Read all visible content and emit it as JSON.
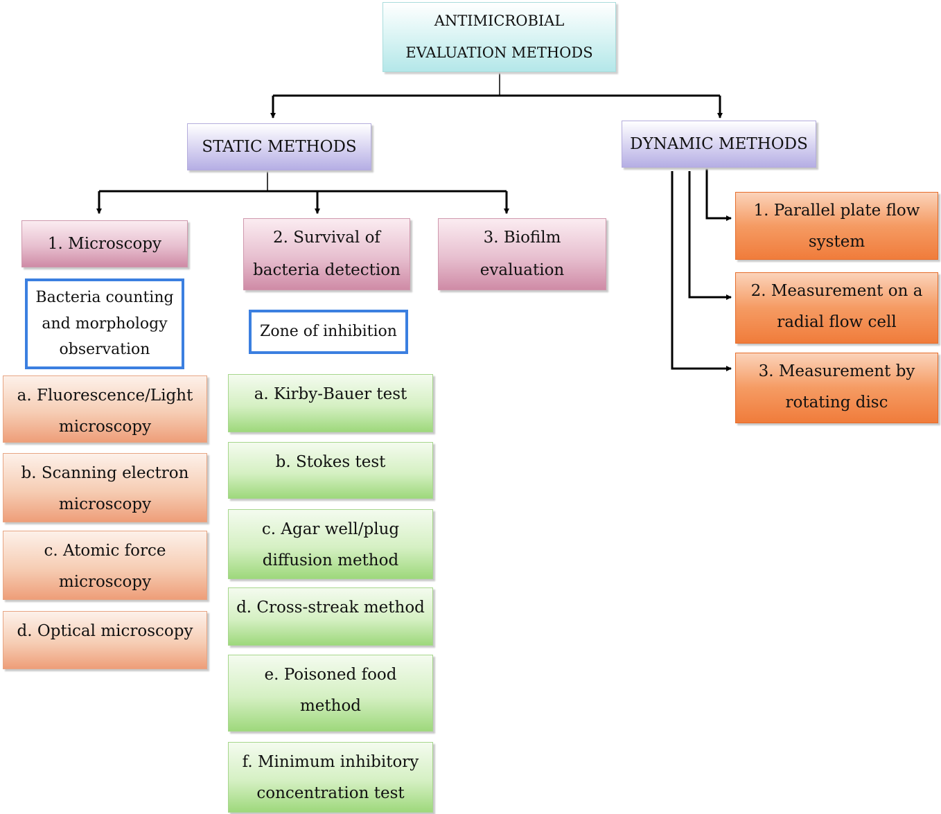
{
  "root": {
    "title": "ANTIMICROBIAL\nEVALUATION METHODS"
  },
  "static": {
    "title": "STATIC METHODS",
    "microscopy": {
      "title": "1. Microscopy",
      "note": "Bacteria counting\nand morphology\nobservation",
      "items": [
        "a. Fluorescence/Light\nmicroscopy",
        "b. Scanning electron\nmicroscopy",
        "c. Atomic force\nmicroscopy",
        "d. Optical microscopy"
      ]
    },
    "survival": {
      "title": "2. Survival of\nbacteria detection",
      "note": "Zone of inhibition",
      "items": [
        "a. Kirby-Bauer test",
        "b. Stokes test",
        "c. Agar well/plug\ndiffusion method",
        "d. Cross-streak method",
        "e. Poisoned food\nmethod",
        "f. Minimum inhibitory\nconcentration test"
      ]
    },
    "biofilm": {
      "title": "3. Biofilm\nevaluation"
    }
  },
  "dynamic": {
    "title": "DYNAMIC METHODS",
    "items": [
      "1. Parallel plate flow\nsystem",
      "2. Measurement on a\nradial flow cell",
      "3. Measurement by\nrotating disc"
    ]
  }
}
